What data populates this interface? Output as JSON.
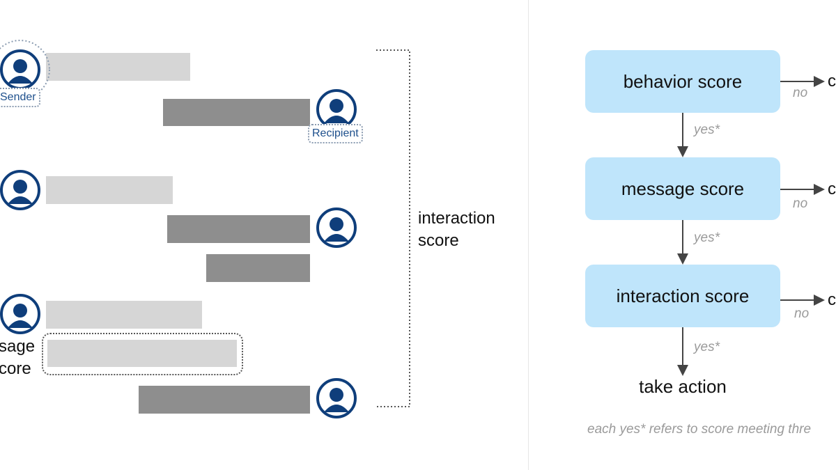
{
  "left_panel": {
    "sender_tag": "Sender",
    "recipient_tag": "Recipient",
    "interaction_label_line1": "interaction",
    "interaction_label_line2": "score",
    "message_label_line1": "sage",
    "message_label_line2": "core"
  },
  "flow": {
    "box1": "behavior score",
    "box2": "message score",
    "box3": "interaction score",
    "yes_label": "yes*",
    "no_label": "no",
    "out_label": "c",
    "final": "take action",
    "footnote": "each yes* refers to score meeting thre"
  },
  "colors": {
    "avatar_blue": "#0f3e7b",
    "flow_box": "#bfe5fb",
    "bar_light": "#d6d6d6",
    "bar_dark": "#8e8e8e"
  }
}
